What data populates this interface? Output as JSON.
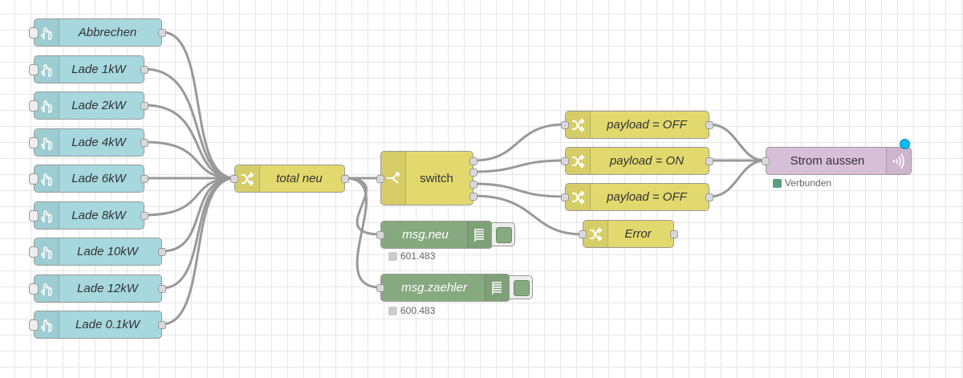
{
  "inject_nodes": [
    {
      "label": "Abbrechen"
    },
    {
      "label": "Lade 1kW"
    },
    {
      "label": "Lade 2kW"
    },
    {
      "label": "Lade 4kW"
    },
    {
      "label": "Lade 6kW"
    },
    {
      "label": "Lade 8kW"
    },
    {
      "label": "Lade 10kW"
    },
    {
      "label": "Lade 12kW"
    },
    {
      "label": "Lade 0.1kW"
    }
  ],
  "total_node": {
    "label": "total neu"
  },
  "switch_node": {
    "label": "switch"
  },
  "change_nodes": [
    {
      "label": "payload = OFF"
    },
    {
      "label": "payload = ON"
    },
    {
      "label": "payload = OFF"
    },
    {
      "label": "Error"
    }
  ],
  "debug_nodes": [
    {
      "label": "msg.neu",
      "status": "601.483"
    },
    {
      "label": "msg.zaehler",
      "status": "600.483"
    }
  ],
  "mqtt_node": {
    "label": "Strom aussen",
    "status": "Verbunden"
  },
  "colors": {
    "inject": "#a6d8de",
    "change": "#e2d96e",
    "debug": "#87a980",
    "mqtt": "#d8bfd8",
    "wire": "#999999",
    "status_connected": "#5a9e7d",
    "status_debug": "#cccccc",
    "changed_indicator": "#00bcff"
  }
}
